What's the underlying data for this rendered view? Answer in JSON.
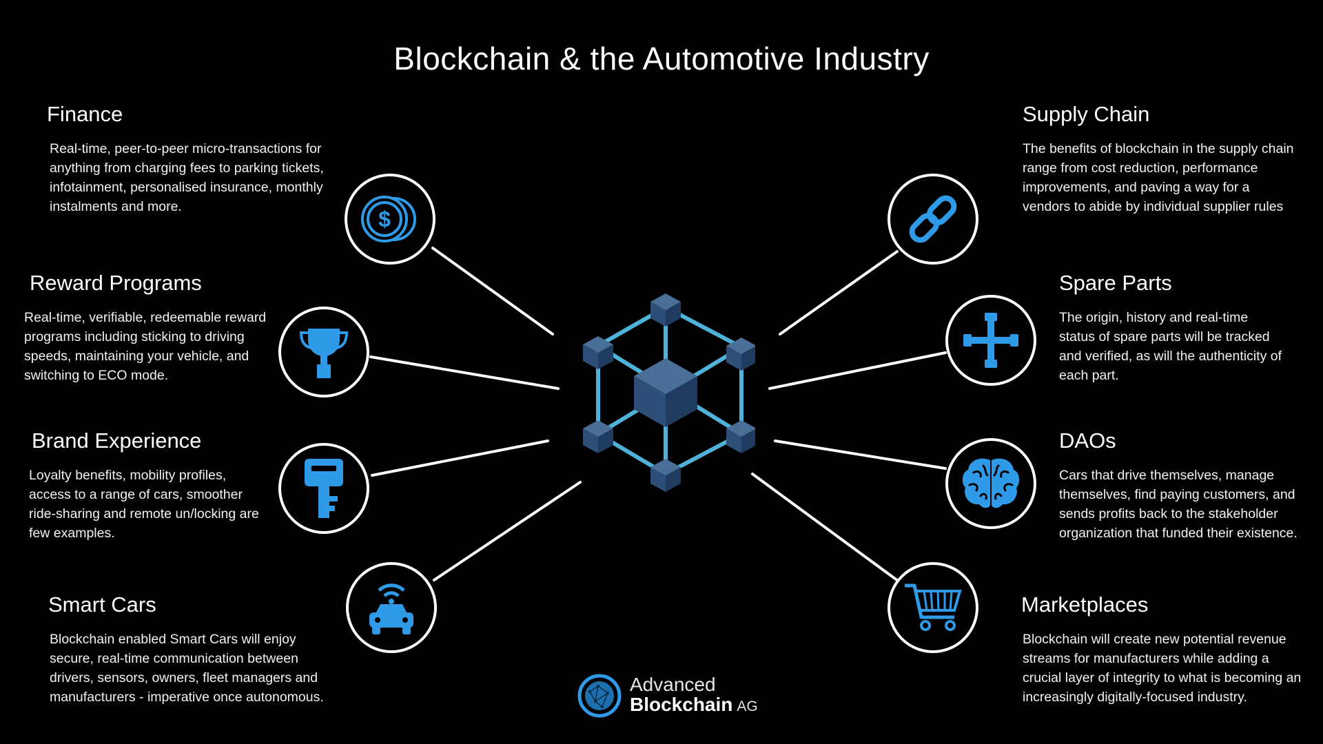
{
  "title": "Blockchain & the Automotive Industry",
  "accent_color": "#2f9be8",
  "sections": {
    "finance": {
      "heading": "Finance",
      "text": "Real-time, peer-to-peer micro-transactions for anything from charging fees to parking tickets, infotainment, personalised insurance, monthly instalments and more.",
      "icon": "coins-icon"
    },
    "reward": {
      "heading": "Reward Programs",
      "text": "Real-time, verifiable, redeemable reward programs including sticking to driving speeds, maintaining your vehicle, and switching to ECO mode.",
      "icon": "trophy-icon"
    },
    "brand": {
      "heading": "Brand Experience",
      "text": "Loyalty benefits, mobility profiles, access to a range of cars, smoother ride-sharing and remote un/locking are few examples.",
      "icon": "key-icon"
    },
    "smart_cars": {
      "heading": "Smart Cars",
      "text": "Blockchain enabled Smart Cars will enjoy secure, real-time communication between drivers, sensors, owners, fleet managers and manufacturers - imperative once autonomous.",
      "icon": "connected-car-icon"
    },
    "supply_chain": {
      "heading": "Supply Chain",
      "text": "The benefits of blockchain in the supply chain range from cost reduction, performance improvements, and paving a way for a vendors to abide by individual supplier rules",
      "icon": "chain-link-icon"
    },
    "spare_parts": {
      "heading": "Spare Parts",
      "text": "The origin, history and real-time status of spare parts will be tracked and verified, as will the authenticity of each part.",
      "icon": "wrench-cross-icon"
    },
    "daos": {
      "heading": "DAOs",
      "text": "Cars that drive themselves, manage themselves, find paying customers, and sends profits back to the stakeholder organization that funded their existence.",
      "icon": "brain-icon"
    },
    "marketplaces": {
      "heading": "Marketplaces",
      "text": "Blockchain will create new potential revenue streams for manufacturers while adding a crucial layer of integrity to what is becoming an increasingly digitally-focused industry.",
      "icon": "shopping-cart-icon"
    }
  },
  "hub_icon": "blockchain-cube-network-icon",
  "logo": {
    "line1": "Advanced",
    "line2": "Blockchain",
    "suffix": "AG",
    "icon": "globe-network-icon"
  }
}
